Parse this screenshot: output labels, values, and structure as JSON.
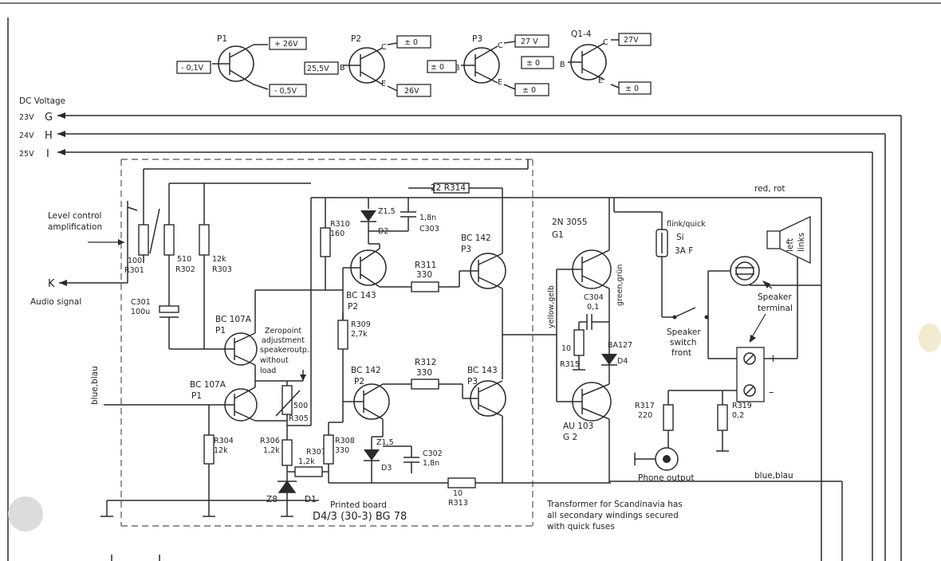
{
  "legend": {
    "p1": {
      "name": "P1",
      "c": "+ 26V",
      "b": "- 0,1V",
      "e": "- 0,5V"
    },
    "p2": {
      "name": "P2",
      "b": "25,5V",
      "c": "± 0",
      "e": "26V",
      "pin_b": "B",
      "pin_c": "C",
      "pin_e": "E"
    },
    "p3": {
      "name": "P3",
      "b": "± 0",
      "c": "27 V",
      "e": "± 0",
      "pin_b": "B",
      "pin_c": "C",
      "pin_e": "E"
    },
    "q14": {
      "name": "Q1-4",
      "b": "± 0",
      "c": "27V",
      "e": "± 0",
      "pin_b": "B",
      "pin_c": "C",
      "pin_e": "E"
    }
  },
  "dc": {
    "title": "DC Voltage",
    "g": {
      "volt": "23V",
      "letter": "G"
    },
    "h": {
      "volt": "24V",
      "letter": "H"
    },
    "i": {
      "volt": "25V",
      "letter": "I"
    }
  },
  "inputs": {
    "level": "Level control",
    "amplification": "amplification",
    "k": "K",
    "audio": "Audio signal",
    "blue": "blue,blau"
  },
  "parts": {
    "r301": {
      "val": "100",
      "ref": "R301"
    },
    "r302": {
      "val": "510",
      "ref": "R302"
    },
    "r303": {
      "val": "12k",
      "ref": "R303"
    },
    "c301": {
      "ref": "C301",
      "val": "100u"
    },
    "t1": {
      "type": "BC 107A",
      "ref": "P1"
    },
    "t2": {
      "type": "BC 107A",
      "ref": "P1"
    },
    "zero": [
      "Zeropoint",
      "adjustment",
      "speakeroutp.",
      "without",
      "load"
    ],
    "r305": {
      "val": "500",
      "ref": "R305"
    },
    "r304": {
      "ref": "R304",
      "val": "12k"
    },
    "r306": {
      "ref": "R306",
      "val": "1,2k"
    },
    "r307": {
      "ref": "R307",
      "val": "1,2k"
    },
    "r308": {
      "ref": "R308",
      "val": "330"
    },
    "r309": {
      "ref": "R309",
      "val": "2,7k"
    },
    "r310": {
      "ref": "R310",
      "val": "160"
    },
    "z1a": {
      "val": "Z1,5",
      "ref": "D2"
    },
    "z1b": {
      "val": "Z1,5",
      "ref": "D3"
    },
    "c303": {
      "val": "1,8n",
      "ref": "C303"
    },
    "c302": {
      "ref": "C302",
      "val": "1,8n"
    },
    "r314": "22 R314",
    "r313": {
      "val": "10",
      "ref": "R313"
    },
    "t3": {
      "type": "BC 143",
      "ref": "P2"
    },
    "t4": {
      "type": "BC 142",
      "ref": "P2"
    },
    "r311": {
      "ref": "R311",
      "val": "330"
    },
    "r312": {
      "ref": "R312",
      "val": "330"
    },
    "t5": {
      "type": "BC 142",
      "ref": "P3"
    },
    "t6": {
      "type": "BC 143",
      "ref": "P3"
    },
    "z8": "Z8",
    "d1": "D1",
    "board": "Printed board",
    "board_id": "D4/3 (30-3) BG 78",
    "q1": {
      "type": "2N 3055",
      "ref": "G1"
    },
    "q2": {
      "type": "AU 103",
      "ref": "G 2"
    },
    "c304": {
      "ref": "C304",
      "val": "0,1"
    },
    "r315": {
      "val": "10",
      "ref": "R315"
    },
    "ba127": {
      "type": "BA127",
      "ref": "D4"
    },
    "yellow": "yellow,gelb",
    "green": "green,grün",
    "r317": {
      "ref": "R317",
      "val": "220"
    },
    "r319": {
      "ref": "R319",
      "val": "0,2"
    }
  },
  "right": {
    "red": "red, rot",
    "fuse": [
      "flink/quick",
      "Si",
      "3A F"
    ],
    "speaker_box": [
      "left",
      "links"
    ],
    "speaker_terminal": [
      "Speaker",
      "terminal"
    ],
    "switch": [
      "Speaker",
      "switch",
      "front"
    ],
    "plus": "+",
    "minus": "–",
    "phone": "Phone output",
    "blue": "blue,blau"
  },
  "note": [
    "Transformer for Scandinavia has",
    "all secondary windings secured",
    "with quick fuses"
  ]
}
